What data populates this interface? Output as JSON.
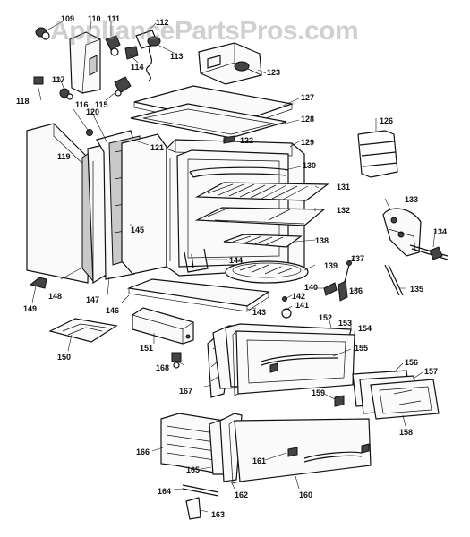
{
  "watermark": "AppliancePartsPros.com",
  "labels": {
    "l109": "109",
    "l110": "110",
    "l111": "111",
    "l112": "112",
    "l113": "113",
    "l114": "114",
    "l115": "115",
    "l116": "116",
    "l117": "117",
    "l118": "118",
    "l119": "119",
    "l120": "120",
    "l121": "121",
    "l122": "122",
    "l123": "123",
    "l126": "126",
    "l127": "127",
    "l128": "128",
    "l129": "129",
    "l130": "130",
    "l131": "131",
    "l132": "132",
    "l133": "133",
    "l134": "134",
    "l135": "135",
    "l136": "136",
    "l137": "137",
    "l138": "138",
    "l139": "139",
    "l140": "140",
    "l141": "141",
    "l142": "142",
    "l143": "143",
    "l144": "144",
    "l145": "145",
    "l146": "146",
    "l147": "147",
    "l148": "148",
    "l149": "149",
    "l150": "150",
    "l151": "151",
    "l152": "152",
    "l153": "153",
    "l154": "154",
    "l155": "155",
    "l156": "156",
    "l157": "157",
    "l158": "158",
    "l159": "159",
    "l160": "160",
    "l161": "161",
    "l162": "162",
    "l163": "163",
    "l164": "164",
    "l165": "165",
    "l166": "166",
    "l167": "167",
    "l168": "168"
  }
}
